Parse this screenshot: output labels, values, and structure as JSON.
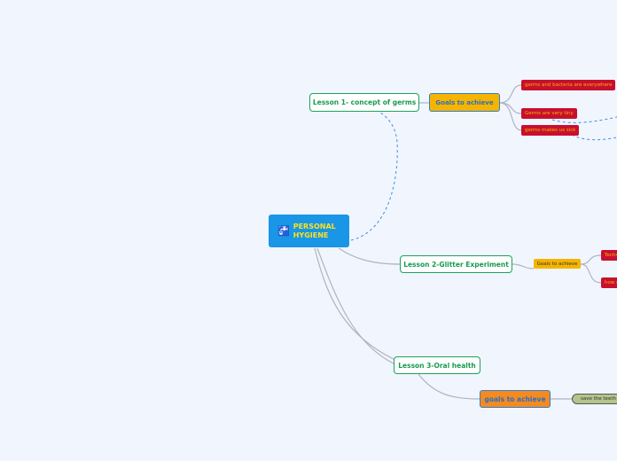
{
  "root": {
    "title_line1": "PERSONAL",
    "title_line2": "HYGIENE",
    "icon": "sink-icon"
  },
  "lesson1": {
    "label": "Lesson 1- concept of germs",
    "goals": "Goals to achieve",
    "items": [
      "germs and bacteria are everywhere",
      "Germs are very tiny",
      "germs makes us sick"
    ]
  },
  "lesson2": {
    "label": "Lesson 2-Glitter Experiment",
    "goals": "Goals to achieve",
    "items": [
      "Techn",
      "how g"
    ]
  },
  "lesson3": {
    "label": "Lesson 3-Oral health",
    "goals": "goals to achieve",
    "items": [
      "save the teeth f"
    ]
  },
  "colors": {
    "root": "#1a96e6",
    "root_text": "#ffe21a",
    "lesson_border": "#1aa35a",
    "goal_yellow": "#f5b400",
    "goal_orange": "#f58a1f",
    "item_red": "#c8102e",
    "item_olive": "#b5c48a"
  }
}
